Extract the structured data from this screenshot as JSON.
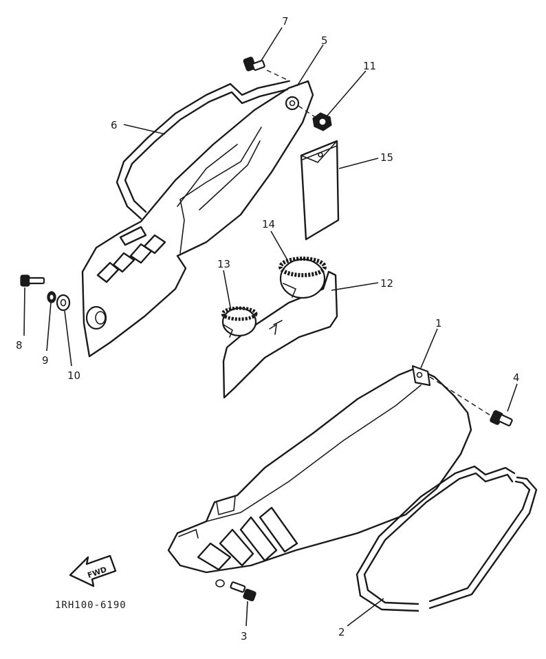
{
  "figure_code": "1RH100-6190",
  "direction_label": "FWD",
  "callouts": {
    "p1": "1",
    "p2": "2",
    "p3": "3",
    "p4": "4",
    "p5": "5",
    "p6": "6",
    "p7": "7",
    "p8": "8",
    "p9": "9",
    "p10": "10",
    "p11": "11",
    "p12": "12",
    "p13": "13",
    "p14": "14",
    "p15": "15"
  }
}
